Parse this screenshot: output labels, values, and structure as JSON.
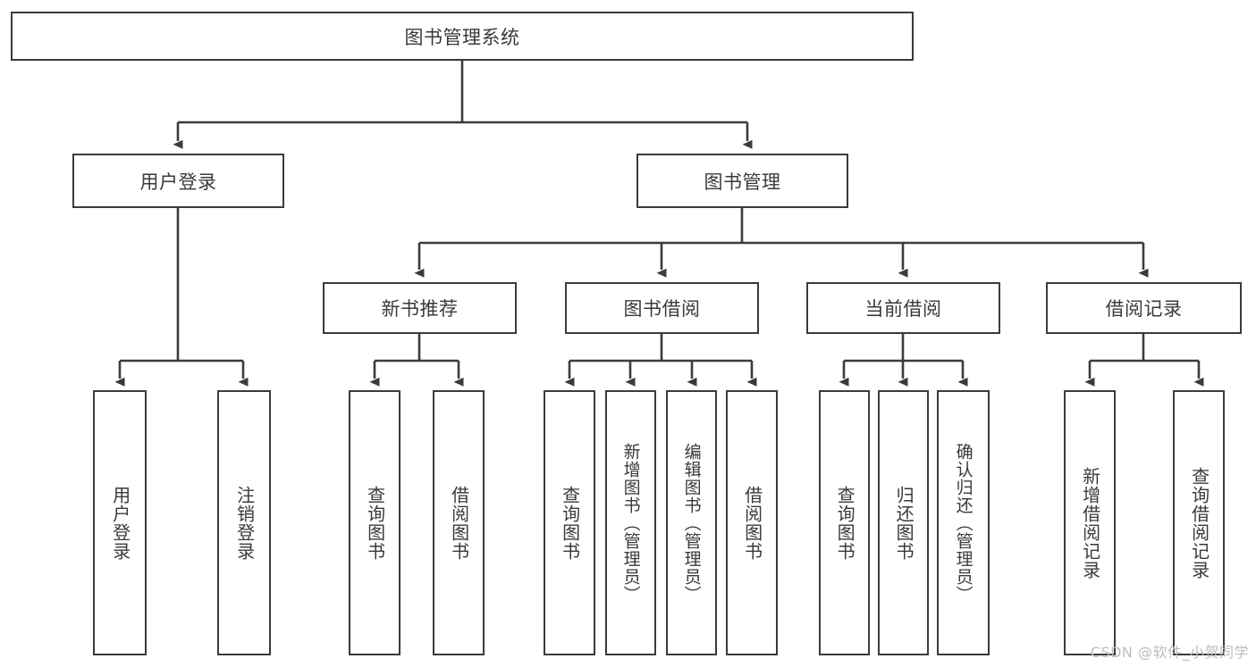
{
  "diagram": {
    "type": "tree-hierarchy",
    "title": "图书管理系统",
    "root": {
      "label": "图书管理系统"
    },
    "level1": [
      {
        "label": "用户登录"
      },
      {
        "label": "图书管理"
      }
    ],
    "level2": [
      {
        "label": "新书推荐",
        "parent": "图书管理"
      },
      {
        "label": "图书借阅",
        "parent": "图书管理"
      },
      {
        "label": "当前借阅",
        "parent": "图书管理"
      },
      {
        "label": "借阅记录",
        "parent": "图书管理"
      }
    ],
    "leaves": [
      {
        "label": "用户登录",
        "parent": "用户登录"
      },
      {
        "label": "注销登录",
        "parent": "用户登录"
      },
      {
        "label": "查询图书",
        "parent": "新书推荐"
      },
      {
        "label": "借阅图书",
        "parent": "新书推荐"
      },
      {
        "label": "查询图书",
        "parent": "图书借阅"
      },
      {
        "label": "新增图书（管理员）",
        "parent": "图书借阅"
      },
      {
        "label": "编辑图书（管理员）",
        "parent": "图书借阅"
      },
      {
        "label": "借阅图书",
        "parent": "图书借阅"
      },
      {
        "label": "查询图书",
        "parent": "当前借阅"
      },
      {
        "label": "归还图书",
        "parent": "当前借阅"
      },
      {
        "label": "确认归还（管理员）",
        "parent": "当前借阅"
      },
      {
        "label": "新增借阅记录",
        "parent": "借阅记录"
      },
      {
        "label": "查询借阅记录",
        "parent": "借阅记录"
      }
    ],
    "colors": {
      "stroke": "#3b3b3b",
      "text": "#3a3a3a",
      "background": "#ffffff",
      "watermark": "#bdbdbd"
    }
  },
  "watermark": {
    "text": "CSDN @软件_小贺同学"
  }
}
